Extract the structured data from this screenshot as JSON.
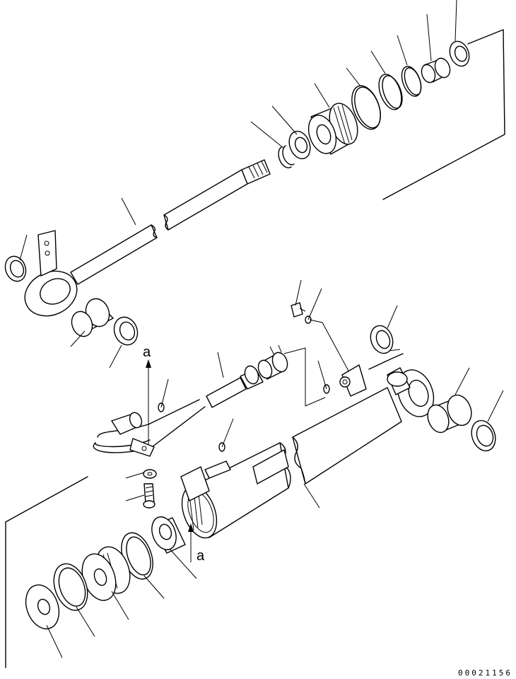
{
  "diagram": {
    "view_marker_top": "a",
    "view_marker_bottom": "a",
    "drawing_code": "00021156"
  }
}
